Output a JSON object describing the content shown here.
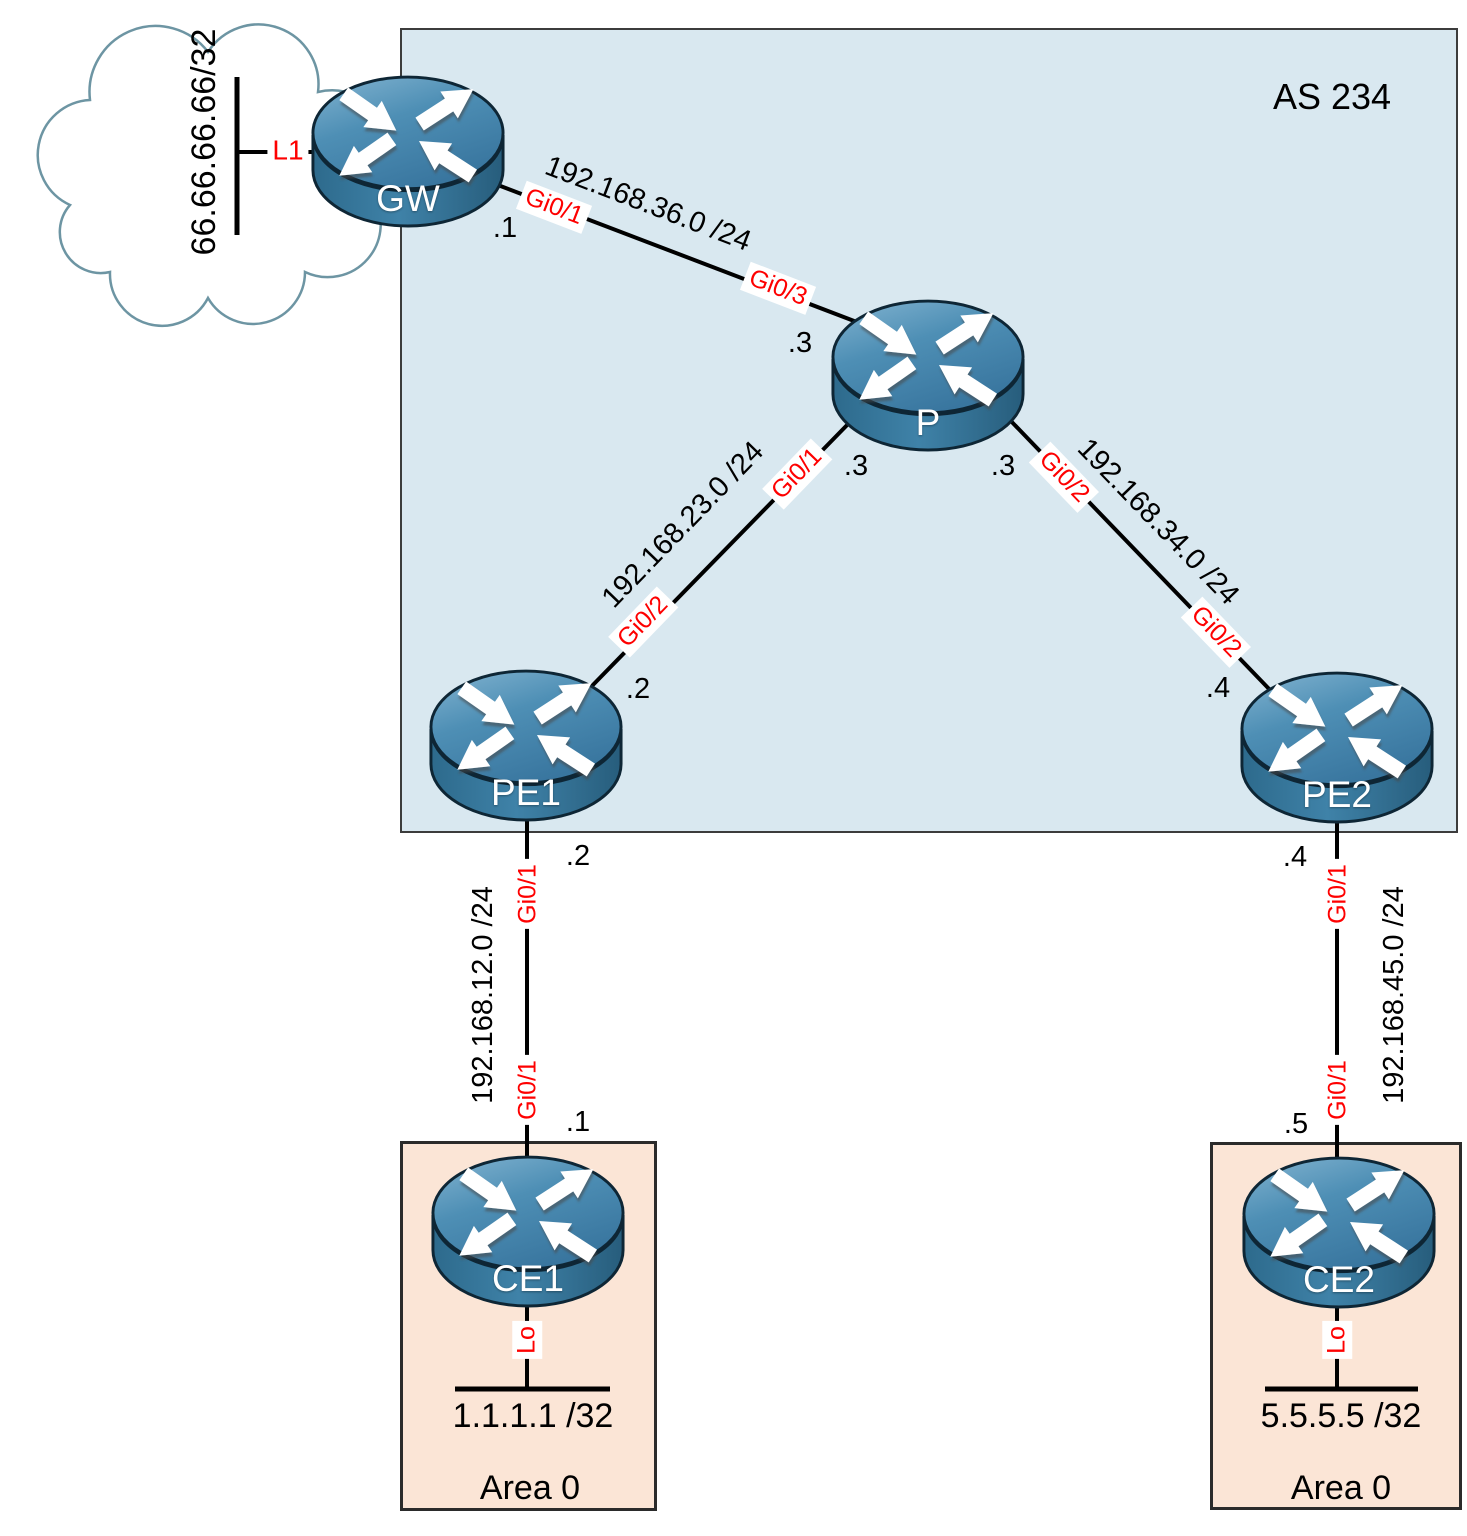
{
  "as_region": {
    "label": "AS 234"
  },
  "cloud": {
    "prefix": "66.66.66.66/32",
    "interface_label": "L1"
  },
  "routers": {
    "gw": "GW",
    "p": "P",
    "pe1": "PE1",
    "pe2": "PE2",
    "ce1": "CE1",
    "ce2": "CE2"
  },
  "links": {
    "gw_p": {
      "subnet": "192.168.36.0 /24",
      "gw_if": "Gi0/1",
      "gw_ip": ".1",
      "p_if": "Gi0/3",
      "p_ip": ".3"
    },
    "p_pe1": {
      "subnet": "192.168.23.0 /24",
      "p_if": "Gi0/1",
      "p_ip": ".3",
      "pe1_if": "Gi0/2",
      "pe1_ip": ".2"
    },
    "p_pe2": {
      "subnet": "192.168.34.0 /24",
      "p_if": "Gi0/2",
      "p_ip": ".3",
      "pe2_if": "Gi0/2",
      "pe2_ip": ".4"
    },
    "pe1_ce1": {
      "subnet": "192.168.12.0 /24",
      "pe1_if": "Gi0/1",
      "pe1_ip": ".2",
      "ce1_if": "Gi0/1",
      "ce1_ip": ".1"
    },
    "pe2_ce2": {
      "subnet": "192.168.45.0 /24",
      "pe2_if": "Gi0/1",
      "pe2_ip": ".4",
      "ce2_if": "Gi0/1",
      "ce2_ip": ".5"
    }
  },
  "loopbacks": {
    "ce1": {
      "interface": "Lo",
      "prefix": "1.1.1.1 /32",
      "area": "Area 0"
    },
    "ce2": {
      "interface": "Lo",
      "prefix": "5.5.5.5 /32",
      "area": "Area 0"
    }
  },
  "colors": {
    "as_fill": "#d9e8f0",
    "area_fill": "#fbe5d6",
    "interface_label": "#fe0000",
    "cloud_stroke": "#6d95a3",
    "link": "#000000"
  }
}
